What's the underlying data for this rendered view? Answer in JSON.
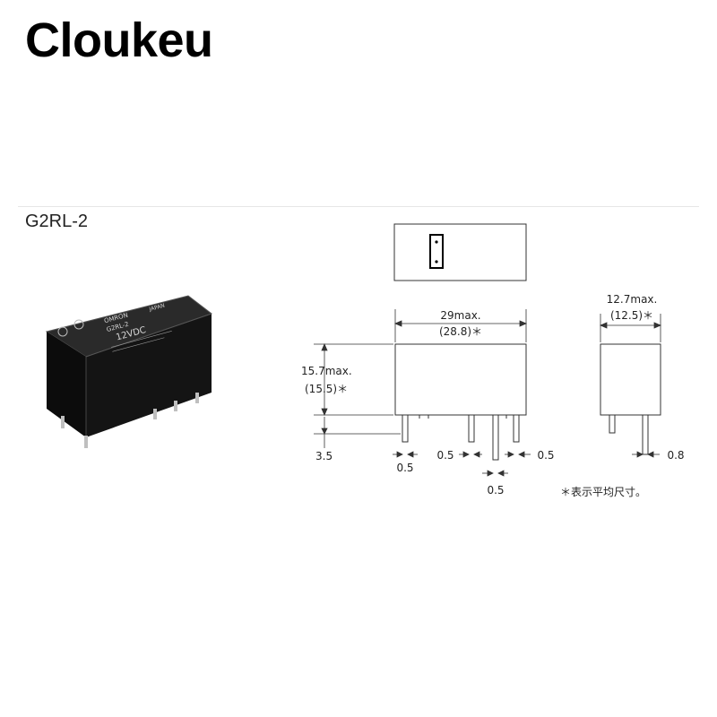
{
  "header": {
    "brand": "Cloukeu"
  },
  "product": {
    "model": "G2RL-2"
  },
  "relay_photo": {
    "markings": [
      "OMRON",
      "G2RL-2",
      "12VDC",
      "JAPAN"
    ]
  },
  "dimensions": {
    "length_max": "29max.",
    "length_avg": "(28.8)＊",
    "height_max": "15.7max.",
    "height_avg": "(15.5)＊",
    "width_max": "12.7max.",
    "width_avg": "(12.5)＊",
    "pin_length": "3.5",
    "pin_width_a": "0.5",
    "pin_width_b": "0.5",
    "pin_width_c": "0.5",
    "pin_width_d": "0.5",
    "side_pin_width": "0.8"
  },
  "footnote": "＊表示平均尺寸。"
}
